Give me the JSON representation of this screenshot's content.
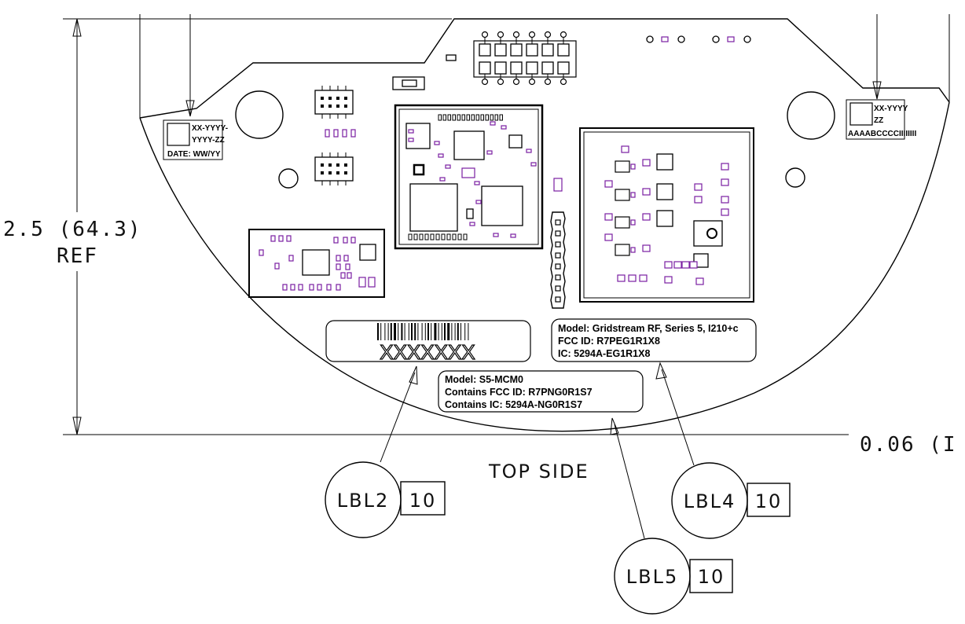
{
  "dimensions": {
    "height": "2.5 (64.3)",
    "height_ref": "REF",
    "thickness": "0.06 (I"
  },
  "view_title": "TOP SIDE",
  "labels": {
    "serial_label": {
      "barcode_text": "XXXXXXX"
    },
    "date_label": {
      "line1": "XX-YYYY-",
      "line2": "YYYY-ZZ",
      "line3": "DATE: WW/YY"
    },
    "right_label": {
      "line1": "XX-YYYY",
      "line2": "ZZ",
      "line3": "AAAABCCCCIIIIIIII"
    },
    "model_label": {
      "line1": "Model: Gridstream RF, Series 5, I210+c",
      "line2": "FCC ID: R7PEG1R1X8",
      "line3": "IC: 5294A-EG1R1X8"
    },
    "module_label": {
      "line1": "Model: S5-MCM0",
      "line2": "Contains FCC ID: R7PNG0R1S7",
      "line3": "Contains IC: 5294A-NG0R1S7"
    }
  },
  "callouts": [
    {
      "id": "LBL2",
      "qty": "10"
    },
    {
      "id": "LBL4",
      "qty": "10"
    },
    {
      "id": "LBL5",
      "qty": "10"
    }
  ]
}
